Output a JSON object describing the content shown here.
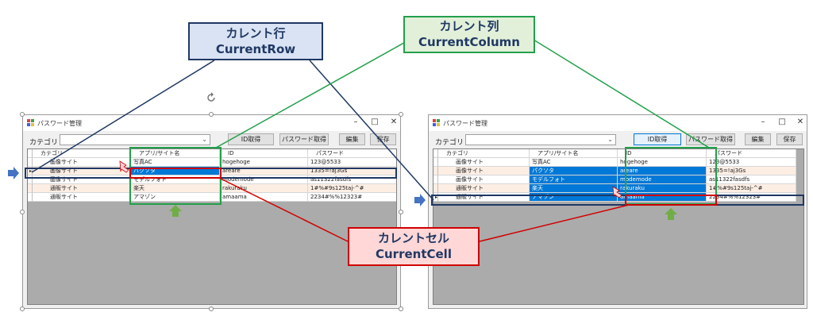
{
  "window_title": "パスワード管理",
  "window_controls": {
    "minimize": "–",
    "maximize": "□",
    "close": "✕"
  },
  "toolbar": {
    "category_label": "カテゴリ",
    "combo_value": "",
    "id_button": "ID取得",
    "password_button": "パスワード取得",
    "edit_button": "編集",
    "save_button": "保存"
  },
  "grid": {
    "columns": [
      "カテゴリ",
      "アプリ/サイト名",
      "ID",
      "パスワード"
    ],
    "rows": [
      [
        "画像サイト",
        "写真AC",
        "hogehoge",
        "123@5533"
      ],
      [
        "画像サイト",
        "パクソタ",
        "areare",
        "1335=!aj3Gs"
      ],
      [
        "画像サイト",
        "モデルフォト",
        "modemode",
        "as11322fasdfs"
      ],
      [
        "通販サイト",
        "楽天",
        "rakuraku",
        "1#%#9s125taj-^#"
      ],
      [
        "通販サイト",
        "アマゾン",
        "amaama",
        "2234#%%12323#"
      ]
    ]
  },
  "callouts": {
    "current_row": {
      "line1": "カレント行",
      "line2": "CurrentRow"
    },
    "current_column": {
      "line1": "カレント列",
      "line2": "CurrentColumn"
    },
    "current_cell": {
      "line1": "カレントセル",
      "line2": "CurrentCell"
    }
  },
  "colors": {
    "selection": "#0078d7",
    "row_highlight": "#1f3864",
    "column_highlight": "#22a04b",
    "cell_highlight": "#d00000",
    "alt_row": "#fdeee4"
  }
}
